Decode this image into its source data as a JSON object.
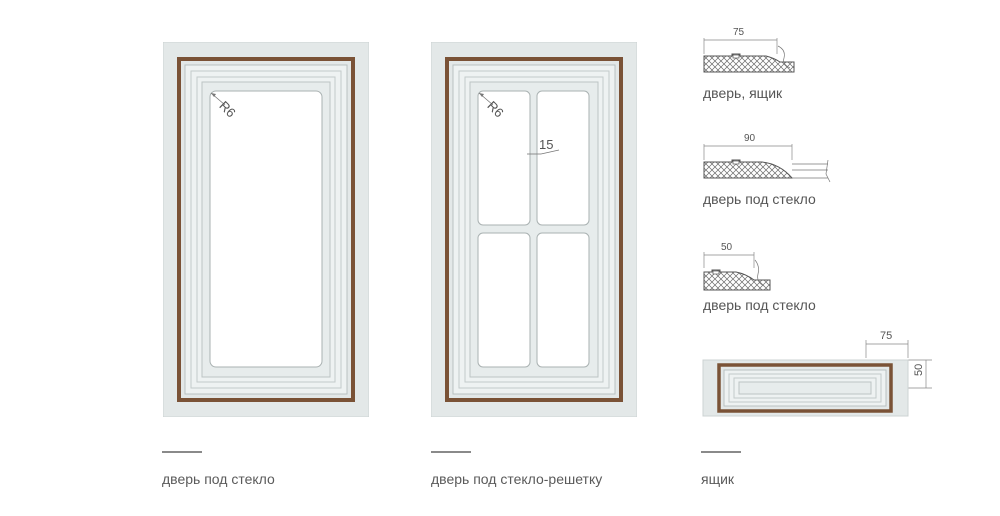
{
  "colors": {
    "panel": "#e3e8e8",
    "panel_edge": "#c9d0d0",
    "walnut": "#7a5236",
    "glass": "#ffffff",
    "line": "#7c7c7c"
  },
  "doors": [
    {
      "caption": "дверь под стекло",
      "radius_label": "R6"
    },
    {
      "caption": "дверь под стекло-решетку",
      "radius_label": "R6",
      "bar_label": "15"
    }
  ],
  "drawer": {
    "caption": "ящик",
    "width_label": "75",
    "height_label": "50"
  },
  "profiles": [
    {
      "width_label": "75",
      "label": "дверь, ящик"
    },
    {
      "width_label": "90",
      "label": "дверь под стекло"
    },
    {
      "width_label": "50",
      "label": "дверь под стекло"
    }
  ]
}
